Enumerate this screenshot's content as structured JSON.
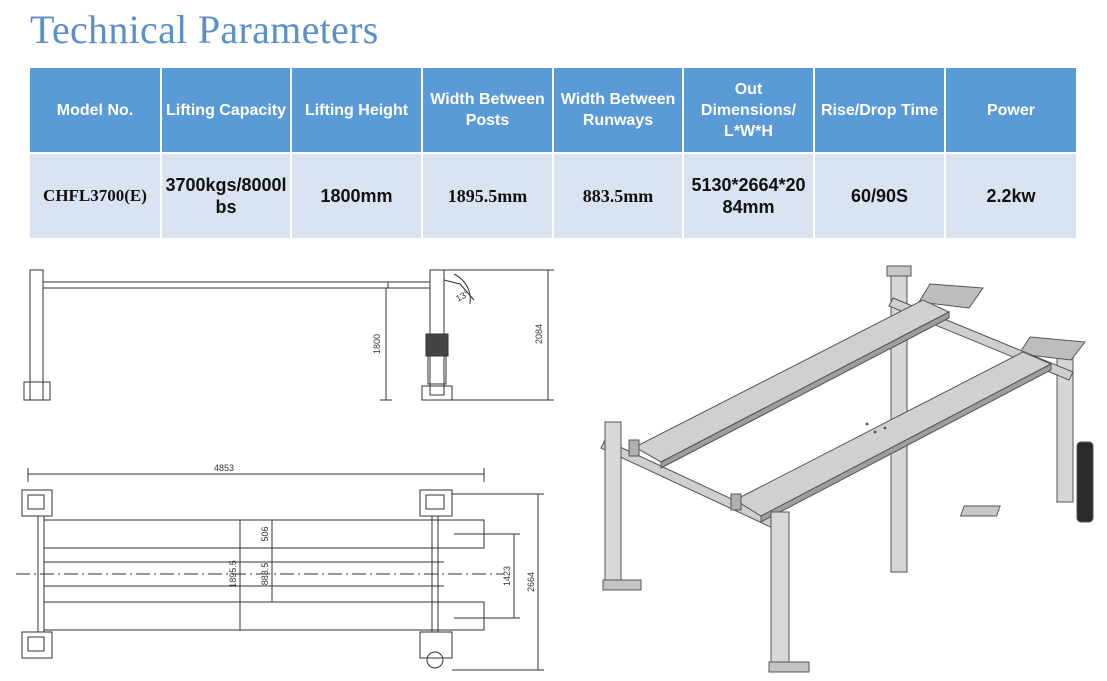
{
  "title": "Technical Parameters",
  "table": {
    "headers": [
      "Model No.",
      "Lifting Capacity",
      "Lifting Height",
      "Width Between Posts",
      "Width Between Runways",
      "Out Dimensions/ L*W*H",
      "Rise/Drop Time",
      "Power"
    ],
    "row": [
      "CHFL3700(E)",
      "3700kgs/8000lbs",
      "1800mm",
      "1895.5mm",
      "883.5mm",
      "5130*2664*2084mm",
      "60/90S",
      "2.2kw"
    ]
  },
  "side_view": {
    "dim_lift_height": "1800",
    "dim_total_height": "2084",
    "angle": "13°"
  },
  "top_view": {
    "dim_length": "4853",
    "dim_runway": "506",
    "dim_posts": "1895.5",
    "dim_between": "883.5",
    "dim_inner": "1423",
    "dim_outer": "2664"
  }
}
